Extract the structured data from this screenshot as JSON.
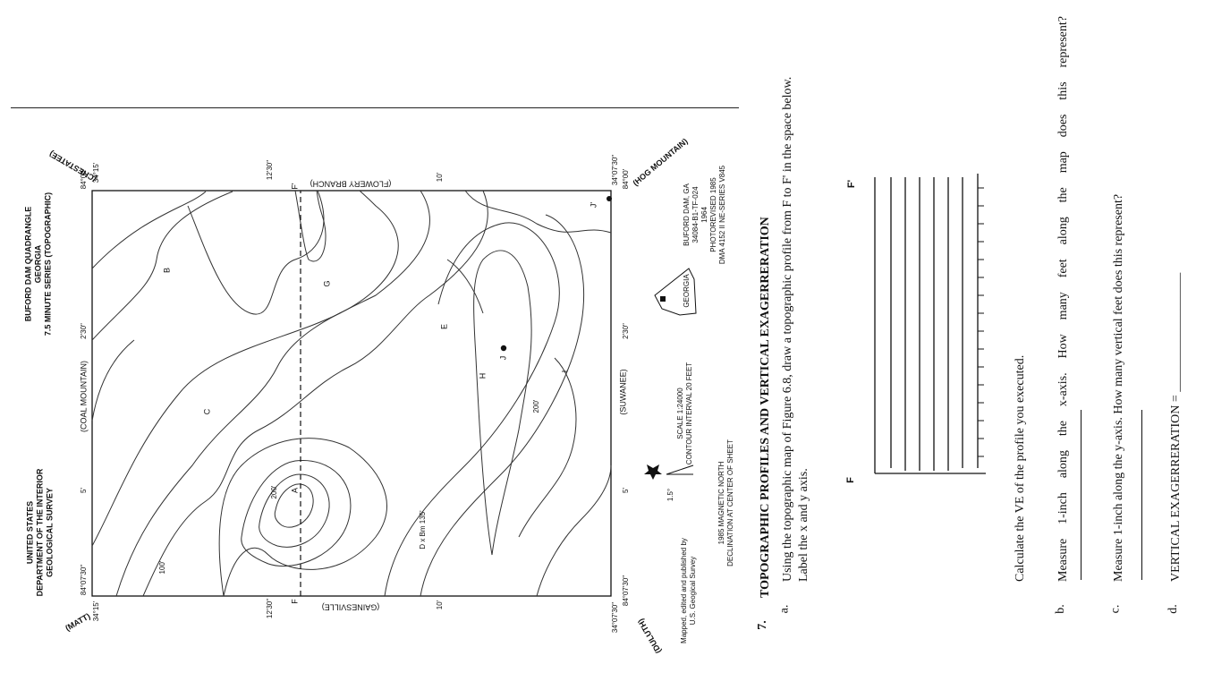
{
  "map": {
    "header": {
      "line1": "BUFORD DAM QUADRANGLE",
      "line2": "GEORGIA",
      "line3": "7.5 MINUTE SERIES (TOPOGRAPHIC)"
    },
    "agency": {
      "line1": "UNITED STATES",
      "line2": "DEPARTMENT OF THE INTERIOR",
      "line3": "GEOLOGICAL SURVEY"
    },
    "neighbors": {
      "top_left": "(MATT)",
      "top_right": "(CHESTATEE)",
      "bottom_left": "(DULUTH)",
      "bottom_right": "(HOG MOUNTAIN)",
      "top": "(COAL MOUNTAIN)",
      "bottom": "(SUWANEE)",
      "left": "(GAINESVILLE)",
      "right": "(FLOWERY BRANCH)"
    },
    "coords": {
      "tl_lat": "34°15'",
      "tl_lon": "84°07'30\"",
      "tr_lat": "34°15'",
      "tr_lon": "84°00'",
      "bl_lat": "34°07'30\"",
      "bl_lon": "84°07'30\"",
      "br_lat": "34°07'30\"",
      "br_lon": "84°00'",
      "top_5": "5'",
      "top_230": "2'30\"",
      "bottom_5": "5'",
      "bottom_230": "2'30\"",
      "left_1230": "12'30\"",
      "left_10": "10'",
      "right_1230": "12'30\"",
      "right_10": "10'"
    },
    "points": {
      "A": "A",
      "B": "B",
      "C": "C",
      "E": "E",
      "G": "G",
      "H": "H",
      "I": "I",
      "J": "J",
      "Jp": "J'",
      "F": "F",
      "Fp": "F'"
    },
    "contours": {
      "c100": "100'",
      "c200a": "200'",
      "c200b": "200'"
    },
    "benchmark": "D x Bm 135'",
    "scale": {
      "line1": "SCALE 1:24000",
      "line2": "CONTOUR INTERVAL 20 FEET"
    },
    "declination": {
      "angle": "1.5°",
      "line1": "1985 MAGNETIC NORTH",
      "line2": "DECLINATION AT CENTER OF SHEET"
    },
    "state_label": "GEORGIA",
    "sheet_info": {
      "line1": "BUFORD DAM, GA",
      "line2": "34084-B1-TF-024",
      "line3": "1964",
      "line4": "PHOTOREVISED 1985",
      "line5": "DMA 4152 II NE-SERIES V845"
    },
    "credit": {
      "line1": "Mapped, edited and published by",
      "line2": "U.S. Geogical Survey"
    }
  },
  "worksheet": {
    "number": "7.",
    "title": "TOPOGRAPHIC PROFILES AND VERTICAL EXAGERRERATION",
    "q_a_label": "a.",
    "q_a_line1": "Using the topographic map of Figure 6.8, draw a topographic profile from F to F' in the space below.",
    "q_a_line2": "Label the x and y axis.",
    "profile_start": "F",
    "profile_end": "F'",
    "q_calc": "Calculate the VE of the profile you executed.",
    "q_b_label": "b.",
    "q_b_text": "Measure 1-inch along the x-axis. How many feet along the map does this represent?",
    "q_c_label": "c.",
    "q_c_text": "Measure 1-inch along the y-axis. How many vertical feet does this represent?",
    "q_d_label": "d.",
    "q_d_text": "VERTICAL EXAGERRERATION = ___________________"
  }
}
